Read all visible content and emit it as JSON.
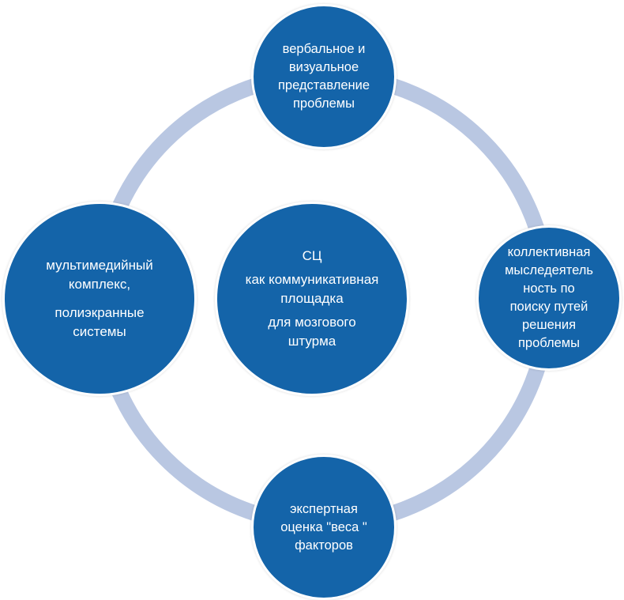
{
  "colors": {
    "node_fill": "#1464A9",
    "ring": "#B9C7E2",
    "text": "#FFFFFF"
  },
  "center": {
    "title": "СЦ",
    "lines": [
      "как коммуникативная",
      "площадка",
      "для мозгового",
      "штурма"
    ]
  },
  "top": {
    "lines": [
      "вербальное и",
      "визуальное",
      "представление",
      "проблемы"
    ]
  },
  "right": {
    "lines": [
      "коллективная",
      "мыследеятель",
      "ность по",
      "поиску путей",
      "решения",
      "проблемы"
    ]
  },
  "bottom": {
    "lines": [
      "экспертная",
      "оценка \"веса \"",
      "факторов"
    ]
  },
  "left": {
    "lines": [
      "мультимедийный",
      "комплекс,",
      "полиэкранные",
      "системы"
    ]
  }
}
